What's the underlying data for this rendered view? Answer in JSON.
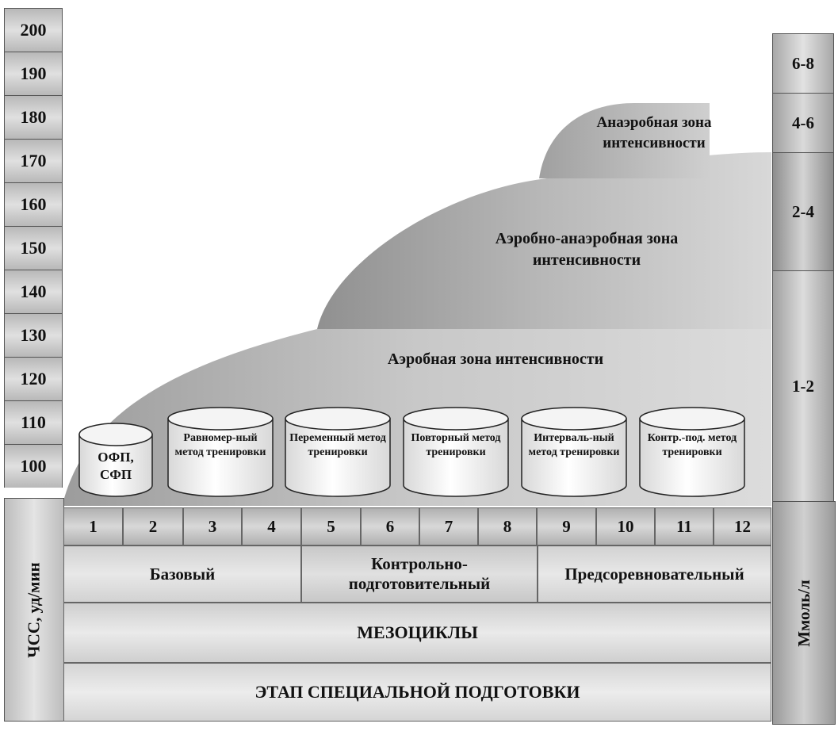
{
  "hr_axis": {
    "values": [
      "200",
      "190",
      "180",
      "170",
      "160",
      "150",
      "140",
      "130",
      "120",
      "110",
      "100"
    ],
    "unit_label": "ЧСС, уд/мин"
  },
  "lactate_axis": {
    "values": [
      "6-8",
      "4-6",
      "2-4",
      "1-2"
    ],
    "unit_label": "Ммоль/л"
  },
  "zones": {
    "anaerobic": "Анаэробная зона интенсивности",
    "aerobic_anaerobic": "Аэробно-анаэробная зона интенсивности",
    "aerobic": "Аэробная зона интенсивности"
  },
  "methods": [
    "ОФП, СФП",
    "Равномер-ный метод тренировки",
    "Переменный метод тренировки",
    "Повторный метод тренировки",
    "Интерваль-ный метод тренировки",
    "Контр.-под. метод тренировки"
  ],
  "microcycles": [
    "1",
    "2",
    "3",
    "4",
    "5",
    "6",
    "7",
    "8",
    "9",
    "10",
    "11",
    "12"
  ],
  "mesocycles": [
    "Базовый",
    "Контрольно-подготовительный",
    "Предсоревновательный"
  ],
  "mesocycles_label": "МЕЗОЦИКЛЫ",
  "stage_label": "ЭТАП СПЕЦИАЛЬНОЙ ПОДГОТОВКИ",
  "colors": {
    "aerobic": "#c4c4c4",
    "aerobic_anaerobic": "#a8a8a8",
    "anaerobic": "#bcbcbc"
  }
}
